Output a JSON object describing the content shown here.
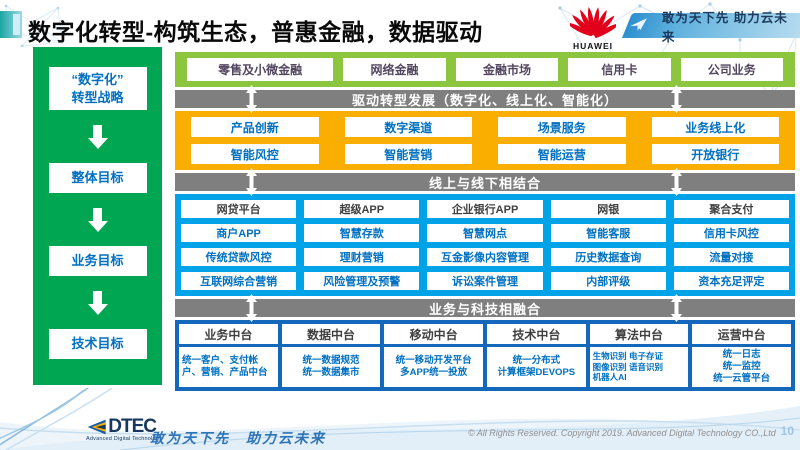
{
  "title": "数字化转型-构筑生态，普惠金融，数据驱动",
  "header": {
    "brand": "HUAWEI",
    "tagline": "敢为天下先 助力云未来"
  },
  "sidebar": {
    "items": [
      "“数字化”\n转型战略",
      "整体目标",
      "业务目标",
      "技术目标"
    ]
  },
  "flow": {
    "top_band": {
      "items": [
        "零售及小微金融",
        "网络金融",
        "金融市场",
        "信用卡",
        "公司业务"
      ]
    },
    "banners": [
      "驱动转型发展（数字化、线上化、智能化）",
      "线上与线下相结合",
      "业务与科技相融合"
    ],
    "yellow": {
      "rows": [
        [
          "产品创新",
          "数字渠道",
          "场景服务",
          "业务线上化"
        ],
        [
          "智能风控",
          "智能营销",
          "智能运营",
          "开放银行"
        ]
      ]
    },
    "blue": {
      "rows": [
        [
          "网贷平台",
          "超级APP",
          "企业银行APP",
          "网银",
          "聚合支付"
        ],
        [
          "商户APP",
          "智慧存款",
          "智慧网点",
          "智能客服",
          "信用卡风控"
        ],
        [
          "传统贷款风控",
          "理财营销",
          "互金影像内容管理",
          "历史数据查询",
          "流量对接"
        ],
        [
          "互联网综合营销",
          "风险管理及预警",
          "诉讼案件管理",
          "内部评级",
          "资本充足评定"
        ]
      ]
    },
    "platforms": {
      "columns": [
        {
          "header": "业务中台",
          "detail": "统一客户、支付帐户、营销、产品中台"
        },
        {
          "header": "数据中台",
          "detail": "统一数据规范\n统一数据集市"
        },
        {
          "header": "移动中台",
          "detail": "统一移动开发平台\n多APP统一投放"
        },
        {
          "header": "技术中台",
          "detail": "统一分布式\n计算框架DEVOPS"
        },
        {
          "header": "算法中台",
          "detail": "生物识别 电子存证\n图像识别 语音识别\n机器人AI"
        },
        {
          "header": "运营中台",
          "detail": "统一日志\n统一监控\n统一云管平台"
        }
      ]
    }
  },
  "footer": {
    "logo_text": "DTEC",
    "logo_sub": "Advanced Digital Technology",
    "slogan": "敢为天下先　助力云未来",
    "copyright": "© All Rights Reserved. Copyright 2019. Advanced Digital Technology CO.,Ltd",
    "page": "10"
  },
  "icons": {
    "huawei-logo-icon": "red petal fan flower",
    "paper-plane-icon": "white paper plane ➤",
    "double-arrow-icon": "↕",
    "down-arrow-icon": "▼",
    "adtec-logo-icon": "blue/yellow arrowhead"
  },
  "colors": {
    "huawei_red": "#e60012",
    "panel_green": "#00a651",
    "band_green": "#8cc63e",
    "band_yellow": "#f9ae00",
    "band_blue": "#00a2e8",
    "platform_frame_blue": "#1368bc",
    "banner_gray": "#7f7f7f",
    "text_blue": "#0070c0"
  }
}
